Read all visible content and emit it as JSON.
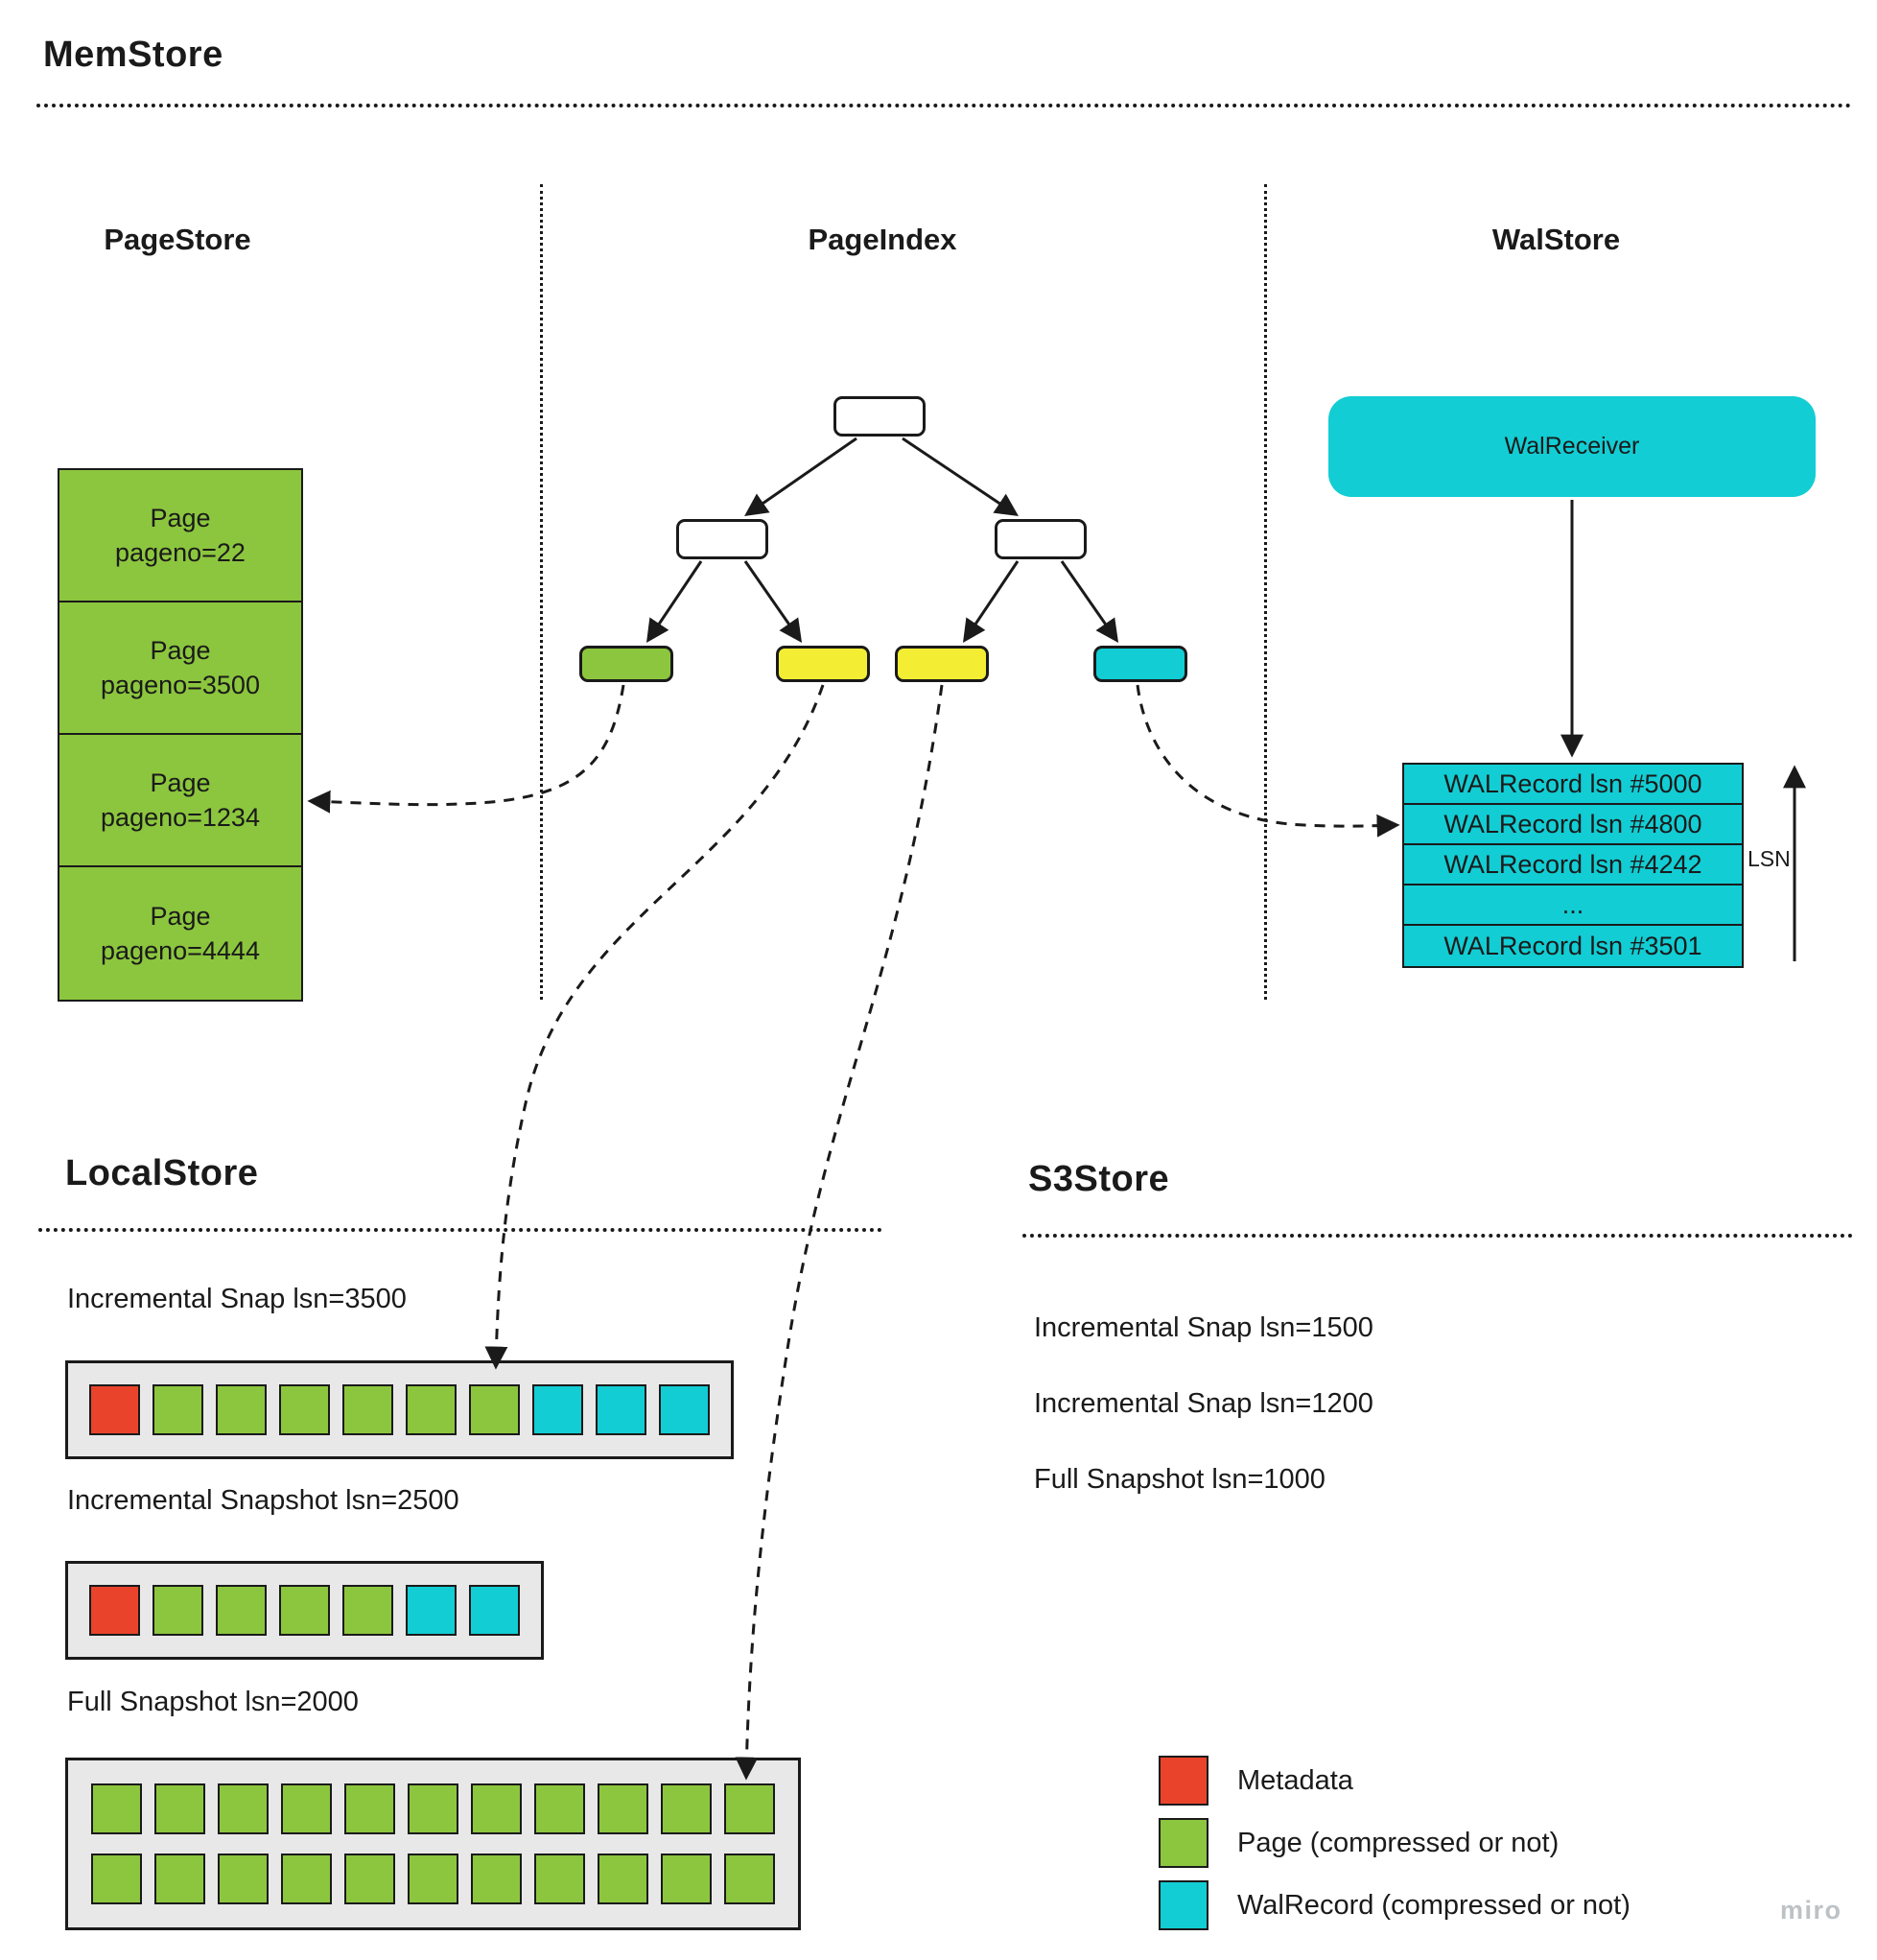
{
  "memstore": {
    "title": "MemStore",
    "pagestore": {
      "title": "PageStore",
      "pages": [
        "Page\npageno=22",
        "Page\npageno=3500",
        "Page\npageno=1234",
        "Page\npageno=4444"
      ]
    },
    "pageindex": {
      "title": "PageIndex"
    },
    "walstore": {
      "title": "WalStore",
      "receiver_label": "WalReceiver",
      "records": [
        "WALRecord lsn #5000",
        "WALRecord lsn #4800",
        "WALRecord lsn #4242",
        "...",
        "WALRecord lsn #3501"
      ],
      "lsn_axis_label": "LSN"
    }
  },
  "localstore": {
    "title": "LocalStore",
    "snap_3500": {
      "label": "Incremental Snap lsn=3500",
      "cells": [
        "metadata",
        "page",
        "page",
        "page",
        "page",
        "page",
        "page",
        "wal",
        "wal",
        "wal"
      ]
    },
    "snap_2500": {
      "label": "Incremental Snapshot lsn=2500",
      "cells": [
        "metadata",
        "page",
        "page",
        "page",
        "page",
        "wal",
        "wal"
      ]
    },
    "full_2000": {
      "label": "Full Snapshot lsn=2000",
      "row1": [
        "page",
        "page",
        "page",
        "page",
        "page",
        "page",
        "page",
        "page",
        "page",
        "page",
        "page"
      ],
      "row2": [
        "page",
        "page",
        "page",
        "page",
        "page",
        "page",
        "page",
        "page",
        "page",
        "page",
        "page"
      ]
    }
  },
  "s3store": {
    "title": "S3Store",
    "items": [
      "Incremental Snap lsn=1500",
      "Incremental Snap lsn=1200",
      "Full Snapshot lsn=1000"
    ]
  },
  "legend": {
    "items": [
      {
        "swatch": "metadata",
        "label": "Metadata"
      },
      {
        "swatch": "page",
        "label": "Page (compressed or not)"
      },
      {
        "swatch": "wal",
        "label": "WalRecord (compressed or not)"
      }
    ]
  },
  "watermark": "miro",
  "colors": {
    "metadata": "#ea432c",
    "page": "#8cc63e",
    "wal": "#12cdd4",
    "yellow": "#f3ee33",
    "border": "#1a1a1a",
    "tray": "#e8e8e8"
  }
}
